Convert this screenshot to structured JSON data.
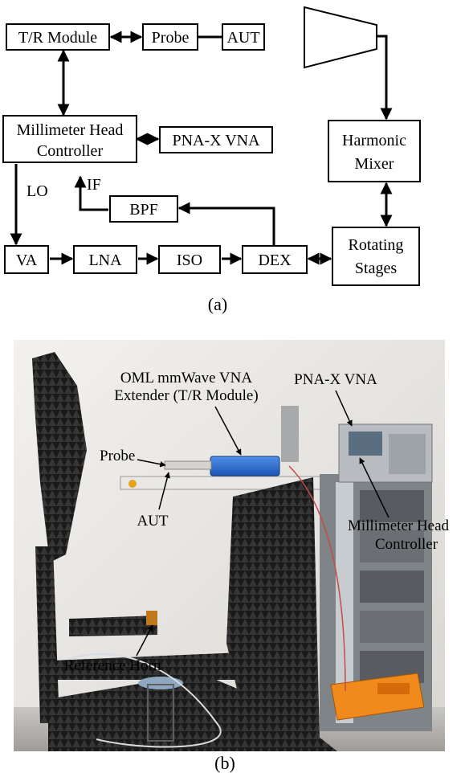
{
  "diagram": {
    "caption": "(a)",
    "blocks": {
      "tr_module": "T/R Module",
      "probe": "Probe",
      "aut": "AUT",
      "mmhc_line1": "Millimeter Head",
      "mmhc_line2": "Controller",
      "pna": "PNA-X VNA",
      "harmonic_line1": "Harmonic",
      "harmonic_line2": "Mixer",
      "bpf": "BPF",
      "va": "VA",
      "lna": "LNA",
      "iso": "ISO",
      "dex": "DEX",
      "rotating_line1": "Rotating",
      "rotating_line2": "Stages"
    },
    "signals": {
      "lo": "LO",
      "if": "IF"
    }
  },
  "photo": {
    "caption": "(b)",
    "labels": {
      "extender_line1": "OML mmWave VNA",
      "extender_line2": "Extender (T/R Module)",
      "pna": "PNA-X VNA",
      "probe": "Probe",
      "aut": "AUT",
      "mmhc_line1": "Millimeter Head",
      "mmhc_line2": "Controller",
      "reference_horn": "Reference Horn"
    }
  }
}
